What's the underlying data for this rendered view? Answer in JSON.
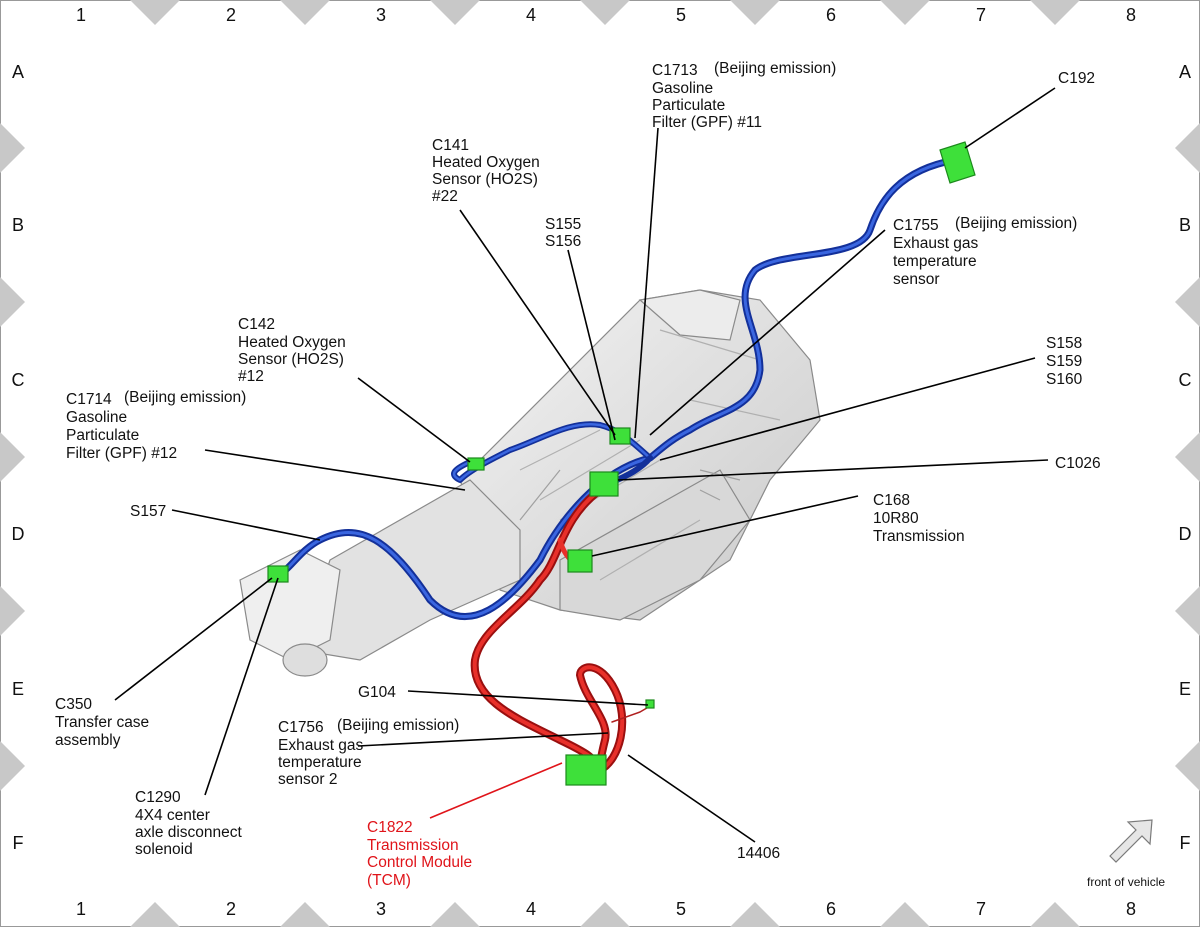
{
  "grid": {
    "columns": [
      "1",
      "2",
      "3",
      "4",
      "5",
      "6",
      "7",
      "8"
    ],
    "rows": [
      "A",
      "B",
      "C",
      "D",
      "E",
      "F"
    ]
  },
  "colors": {
    "wire_blue": "#1a3fb5",
    "wire_red": "#e01d1d",
    "connector_green": "#3ee03a",
    "highlight_red": "#e0141a"
  },
  "labels": {
    "c1713": {
      "id": "C1713",
      "note": "(Beijing emission)",
      "lines": [
        "Gasoline",
        "Particulate",
        "Filter (GPF) #11"
      ]
    },
    "c192": {
      "id": "C192"
    },
    "c141": {
      "id": "C141",
      "lines": [
        "Heated Oxygen",
        "Sensor (HO2S)",
        "#22"
      ]
    },
    "s155": {
      "lines": [
        "S155",
        "S156"
      ]
    },
    "c1755": {
      "id": "C1755",
      "note": "(Beijing emission)",
      "lines": [
        "Exhaust gas",
        "temperature",
        "sensor"
      ]
    },
    "c142": {
      "id": "C142",
      "lines": [
        "Heated Oxygen",
        "Sensor (HO2S)",
        "#12"
      ]
    },
    "s158": {
      "lines": [
        "S158",
        "S159",
        "S160"
      ]
    },
    "c1714": {
      "id": "C1714",
      "note": "(Beijing emission)",
      "lines": [
        "Gasoline",
        "Particulate",
        "Filter (GPF) #12"
      ]
    },
    "c1026": {
      "id": "C1026"
    },
    "s157": {
      "id": "S157"
    },
    "c168": {
      "lines": [
        "C168",
        "10R80",
        "Transmission"
      ]
    },
    "c350": {
      "lines": [
        "C350",
        "Transfer case",
        "assembly"
      ]
    },
    "g104": {
      "id": "G104"
    },
    "c1756": {
      "id": "C1756",
      "note": "(Beijing emission)",
      "lines": [
        "Exhaust gas",
        "temperature",
        "sensor 2"
      ]
    },
    "c1290": {
      "lines": [
        "C1290",
        "4X4 center",
        "axle disconnect",
        "solenoid"
      ]
    },
    "c1822": {
      "lines": [
        "C1822",
        "Transmission",
        "Control Module",
        "(TCM)"
      ]
    },
    "h14406": {
      "id": "14406"
    }
  },
  "front_indicator": {
    "label": "front of vehicle",
    "icon": "arrow-icon"
  }
}
